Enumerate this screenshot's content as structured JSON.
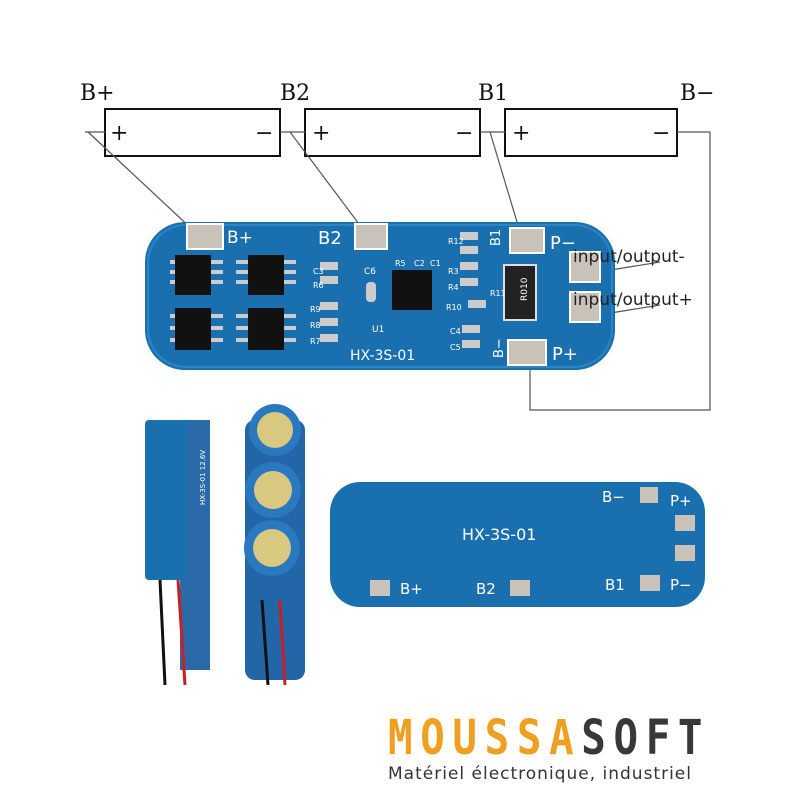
{
  "diagram": {
    "terminals": [
      "B+",
      "B2",
      "B1",
      "B−"
    ],
    "cell_plus": "+",
    "cell_minus": "−",
    "annotations": {
      "output_minus": "input/output-",
      "output_plus": "input/output+"
    }
  },
  "board_front": {
    "pads": {
      "bplus": "B+",
      "b2": "B2",
      "b1": "B1",
      "pminus": "P−",
      "pplus": "P+",
      "bminus": "B−"
    },
    "model": "HX-3S-01",
    "components": [
      "C3",
      "R6",
      "R9",
      "R8",
      "R7",
      "C6",
      "U1",
      "R5",
      "C2",
      "C1",
      "R12",
      "R3",
      "R4",
      "R10",
      "C4",
      "C5",
      "R11"
    ],
    "shunt_marking": "R010"
  },
  "board_side": {
    "marking": "HX-3S-01  12.6V"
  },
  "board_back": {
    "pads": {
      "bminus": "B−",
      "pplus": "P+",
      "bplus": "B+",
      "b2": "B2",
      "b1": "B1",
      "pminus": "P−"
    },
    "model": "HX-3S-01"
  },
  "logo": {
    "part1": "MOUSSA",
    "part2": "SOFT",
    "tagline": "Matériel électronique, industriel"
  },
  "colors": {
    "pcb": "#1a6fae",
    "pad": "#c8c2b8",
    "logo_orange": "#f0a020",
    "logo_dark": "#3a3836"
  }
}
